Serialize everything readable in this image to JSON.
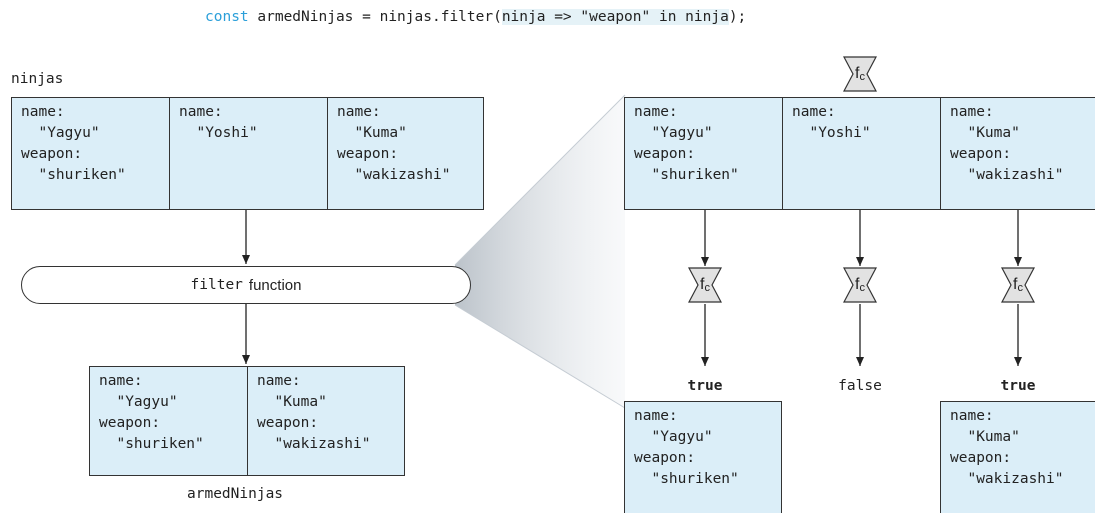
{
  "code": {
    "keyword": "const",
    "prefix": " armedNinjas = ninjas.filter(",
    "arg": "ninja => \"weapon\" in ninja",
    "suffix": ");"
  },
  "ninjas_label": "ninjas",
  "armed_label": "armedNinjas",
  "filter_fn": {
    "code_part": "filter",
    "text_part": "function"
  },
  "ninjas": [
    {
      "name_key": "name:",
      "name_val": "\"Yagyu\"",
      "weapon_key": "weapon:",
      "weapon_val": "\"shuriken\""
    },
    {
      "name_key": "name:",
      "name_val": "\"Yoshi\"",
      "weapon_key": "",
      "weapon_val": ""
    },
    {
      "name_key": "name:",
      "name_val": "\"Kuma\"",
      "weapon_key": "weapon:",
      "weapon_val": "\"wakizashi\""
    }
  ],
  "armed": [
    {
      "name_key": "name:",
      "name_val": "\"Yagyu\"",
      "weapon_key": "weapon:",
      "weapon_val": "\"shuriken\""
    },
    {
      "name_key": "name:",
      "name_val": "\"Kuma\"",
      "weapon_key": "weapon:",
      "weapon_val": "\"wakizashi\""
    }
  ],
  "fc": {
    "base": "f",
    "sub": "c"
  },
  "results": [
    "true",
    "false",
    "true"
  ]
}
